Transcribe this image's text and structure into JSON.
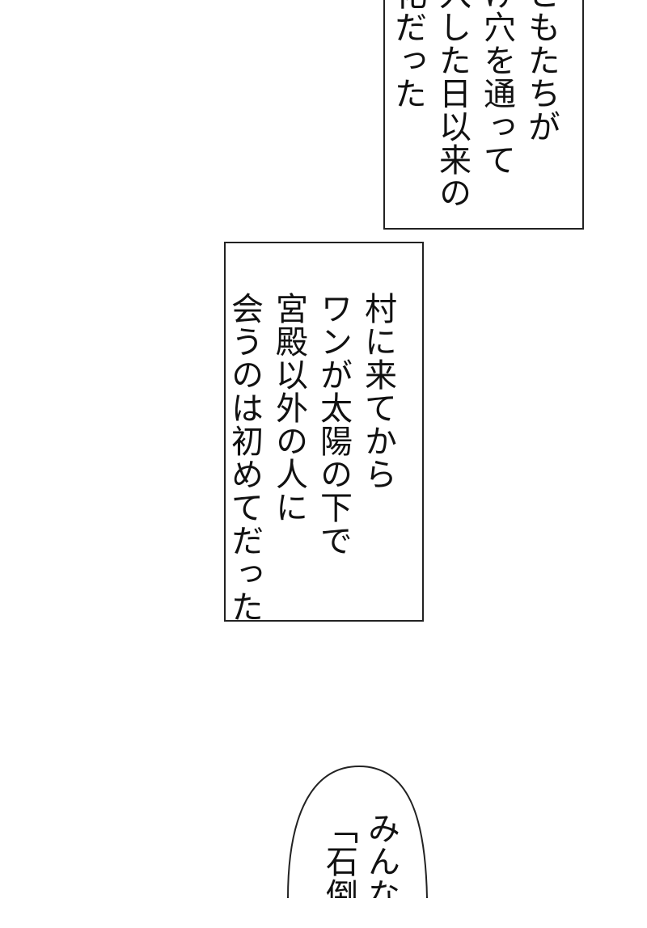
{
  "captions": {
    "top": {
      "columns": [
        "ともたちが",
        "け穴を通って",
        "入した日以来の",
        "化だった"
      ]
    },
    "middle": {
      "columns": [
        "村に来てから",
        "ワンが太陽の下で",
        "宮殿以外の人に",
        "会うのは初めてだった"
      ]
    }
  },
  "speech_bubble": {
    "columns": [
      "みんな",
      "「石倒し"
    ]
  },
  "colors": {
    "background": "#ffffff",
    "border": "#222222",
    "text": "#111111"
  }
}
